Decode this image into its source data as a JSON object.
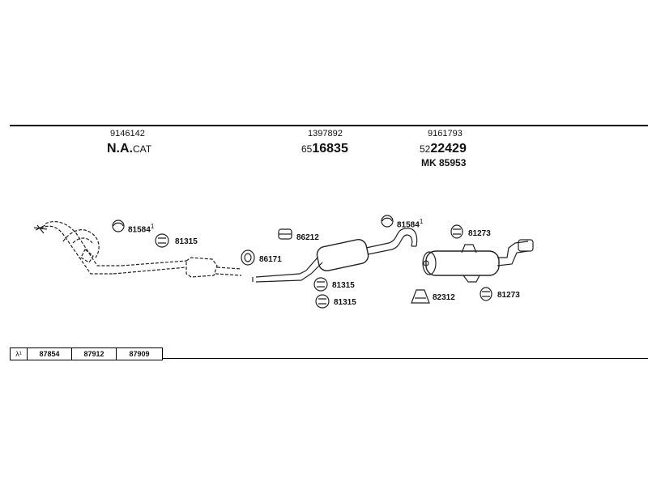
{
  "header": {
    "col1": {
      "ref": "9146142",
      "main": "N.A.",
      "suffix": "CAT"
    },
    "col2": {
      "ref": "1397892",
      "prefix": "65",
      "main": "16835"
    },
    "col3": {
      "ref": "9161793",
      "prefix": "52",
      "main": "22429",
      "extra": "MK 85953"
    }
  },
  "parts": {
    "p81584_left": "81584",
    "p81584_left_sup": "1",
    "p81315_left": "81315",
    "p86212": "86212",
    "p86171": "86171",
    "p81315_mid1": "81315",
    "p81315_mid2": "81315",
    "p81584_right": "81584",
    "p81584_right_sup": "1",
    "p81273_top": "81273",
    "p82312": "82312",
    "p81273_bottom": "81273"
  },
  "table": {
    "symbol": "λ¹",
    "cells": [
      "87854",
      "87912",
      "87909"
    ]
  }
}
